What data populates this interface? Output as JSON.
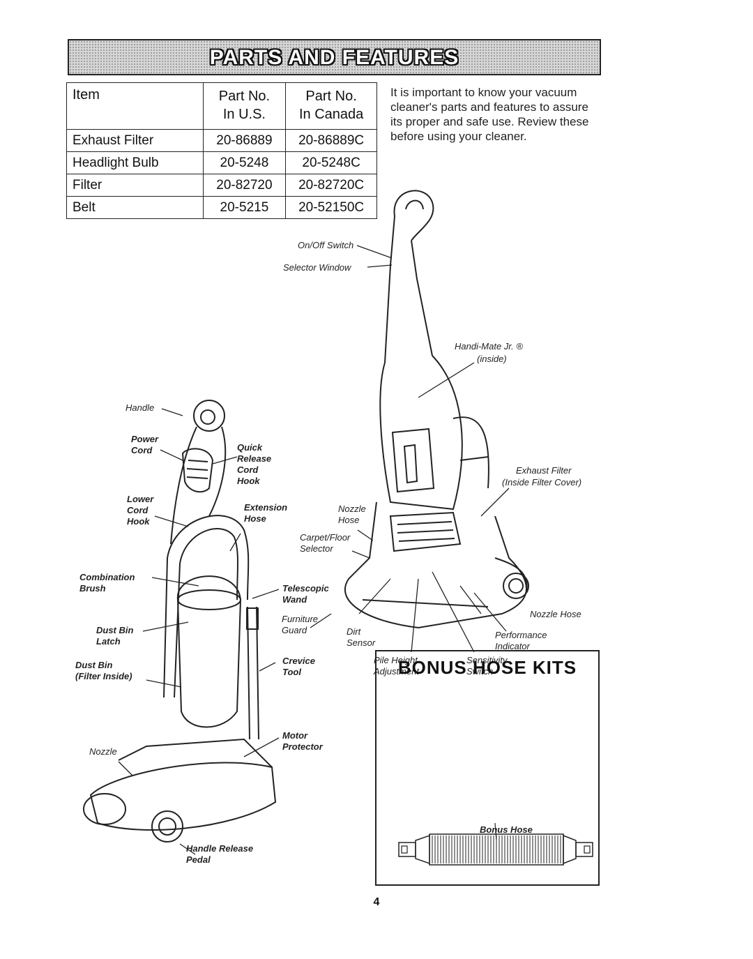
{
  "header": {
    "title": "PARTS AND FEATURES"
  },
  "table": {
    "col_item": "Item",
    "col_us": [
      "Part No.",
      "In U.S."
    ],
    "col_canada": [
      "Part No.",
      "In Canada"
    ],
    "rows": [
      {
        "item": "Exhaust Filter",
        "us": "20-86889",
        "canada": "20-86889C"
      },
      {
        "item": "Headlight Bulb",
        "us": "20-5248",
        "canada": "20-5248C"
      },
      {
        "item": "Filter",
        "us": "20-82720",
        "canada": "20-82720C"
      },
      {
        "item": "Belt",
        "us": "20-5215",
        "canada": "20-52150C"
      }
    ]
  },
  "intro_text": "It is important to know your vacuum cleaner's parts and features to assure its proper and safe use. Review these before using your cleaner.",
  "labels": {
    "on_off_switch": "On/Off Switch",
    "selector_window": "Selector Window",
    "handi_mate": "Handi-Mate Jr. ®",
    "handi_mate_inside": "(inside)",
    "handle": "Handle",
    "power_cord": "Power\nCord",
    "quick_release": "Quick\nRelease\nCord\nHook",
    "lower_cord_hook": "Lower\nCord\nHook",
    "extension_hose": "Extension\nHose",
    "nozzle_hose_top": "Nozzle\nHose",
    "exhaust_filter": "Exhaust Filter",
    "inside_filter_cover": "(Inside Filter Cover)",
    "carpet_floor": "Carpet/Floor\nSelector",
    "combination_brush": "Combination\nBrush",
    "telescopic_wand": "Telescopic\nWand",
    "furniture_guard": "Furniture\nGuard",
    "dirt_sensor": "Dirt\nSensor",
    "nozzle_hose_right": "Nozzle Hose",
    "performance_indicator": "Performance\nIndicator",
    "dust_bin_latch": "Dust Bin\nLatch",
    "dust_bin": "Dust Bin\n(Filter Inside)",
    "crevice_tool": "Crevice\nTool",
    "pile_height": "Pile Height\nAdjustment",
    "sensitivity_switch": "Sensitivity\nSwitch",
    "motor_protector": "Motor\nProtector",
    "nozzle": "Nozzle",
    "handle_release": "Handle Release\nPedal"
  },
  "bonus": {
    "title": "BONUS HOSE KITS",
    "hose_label": "Bonus Hose"
  },
  "page_number": "4"
}
